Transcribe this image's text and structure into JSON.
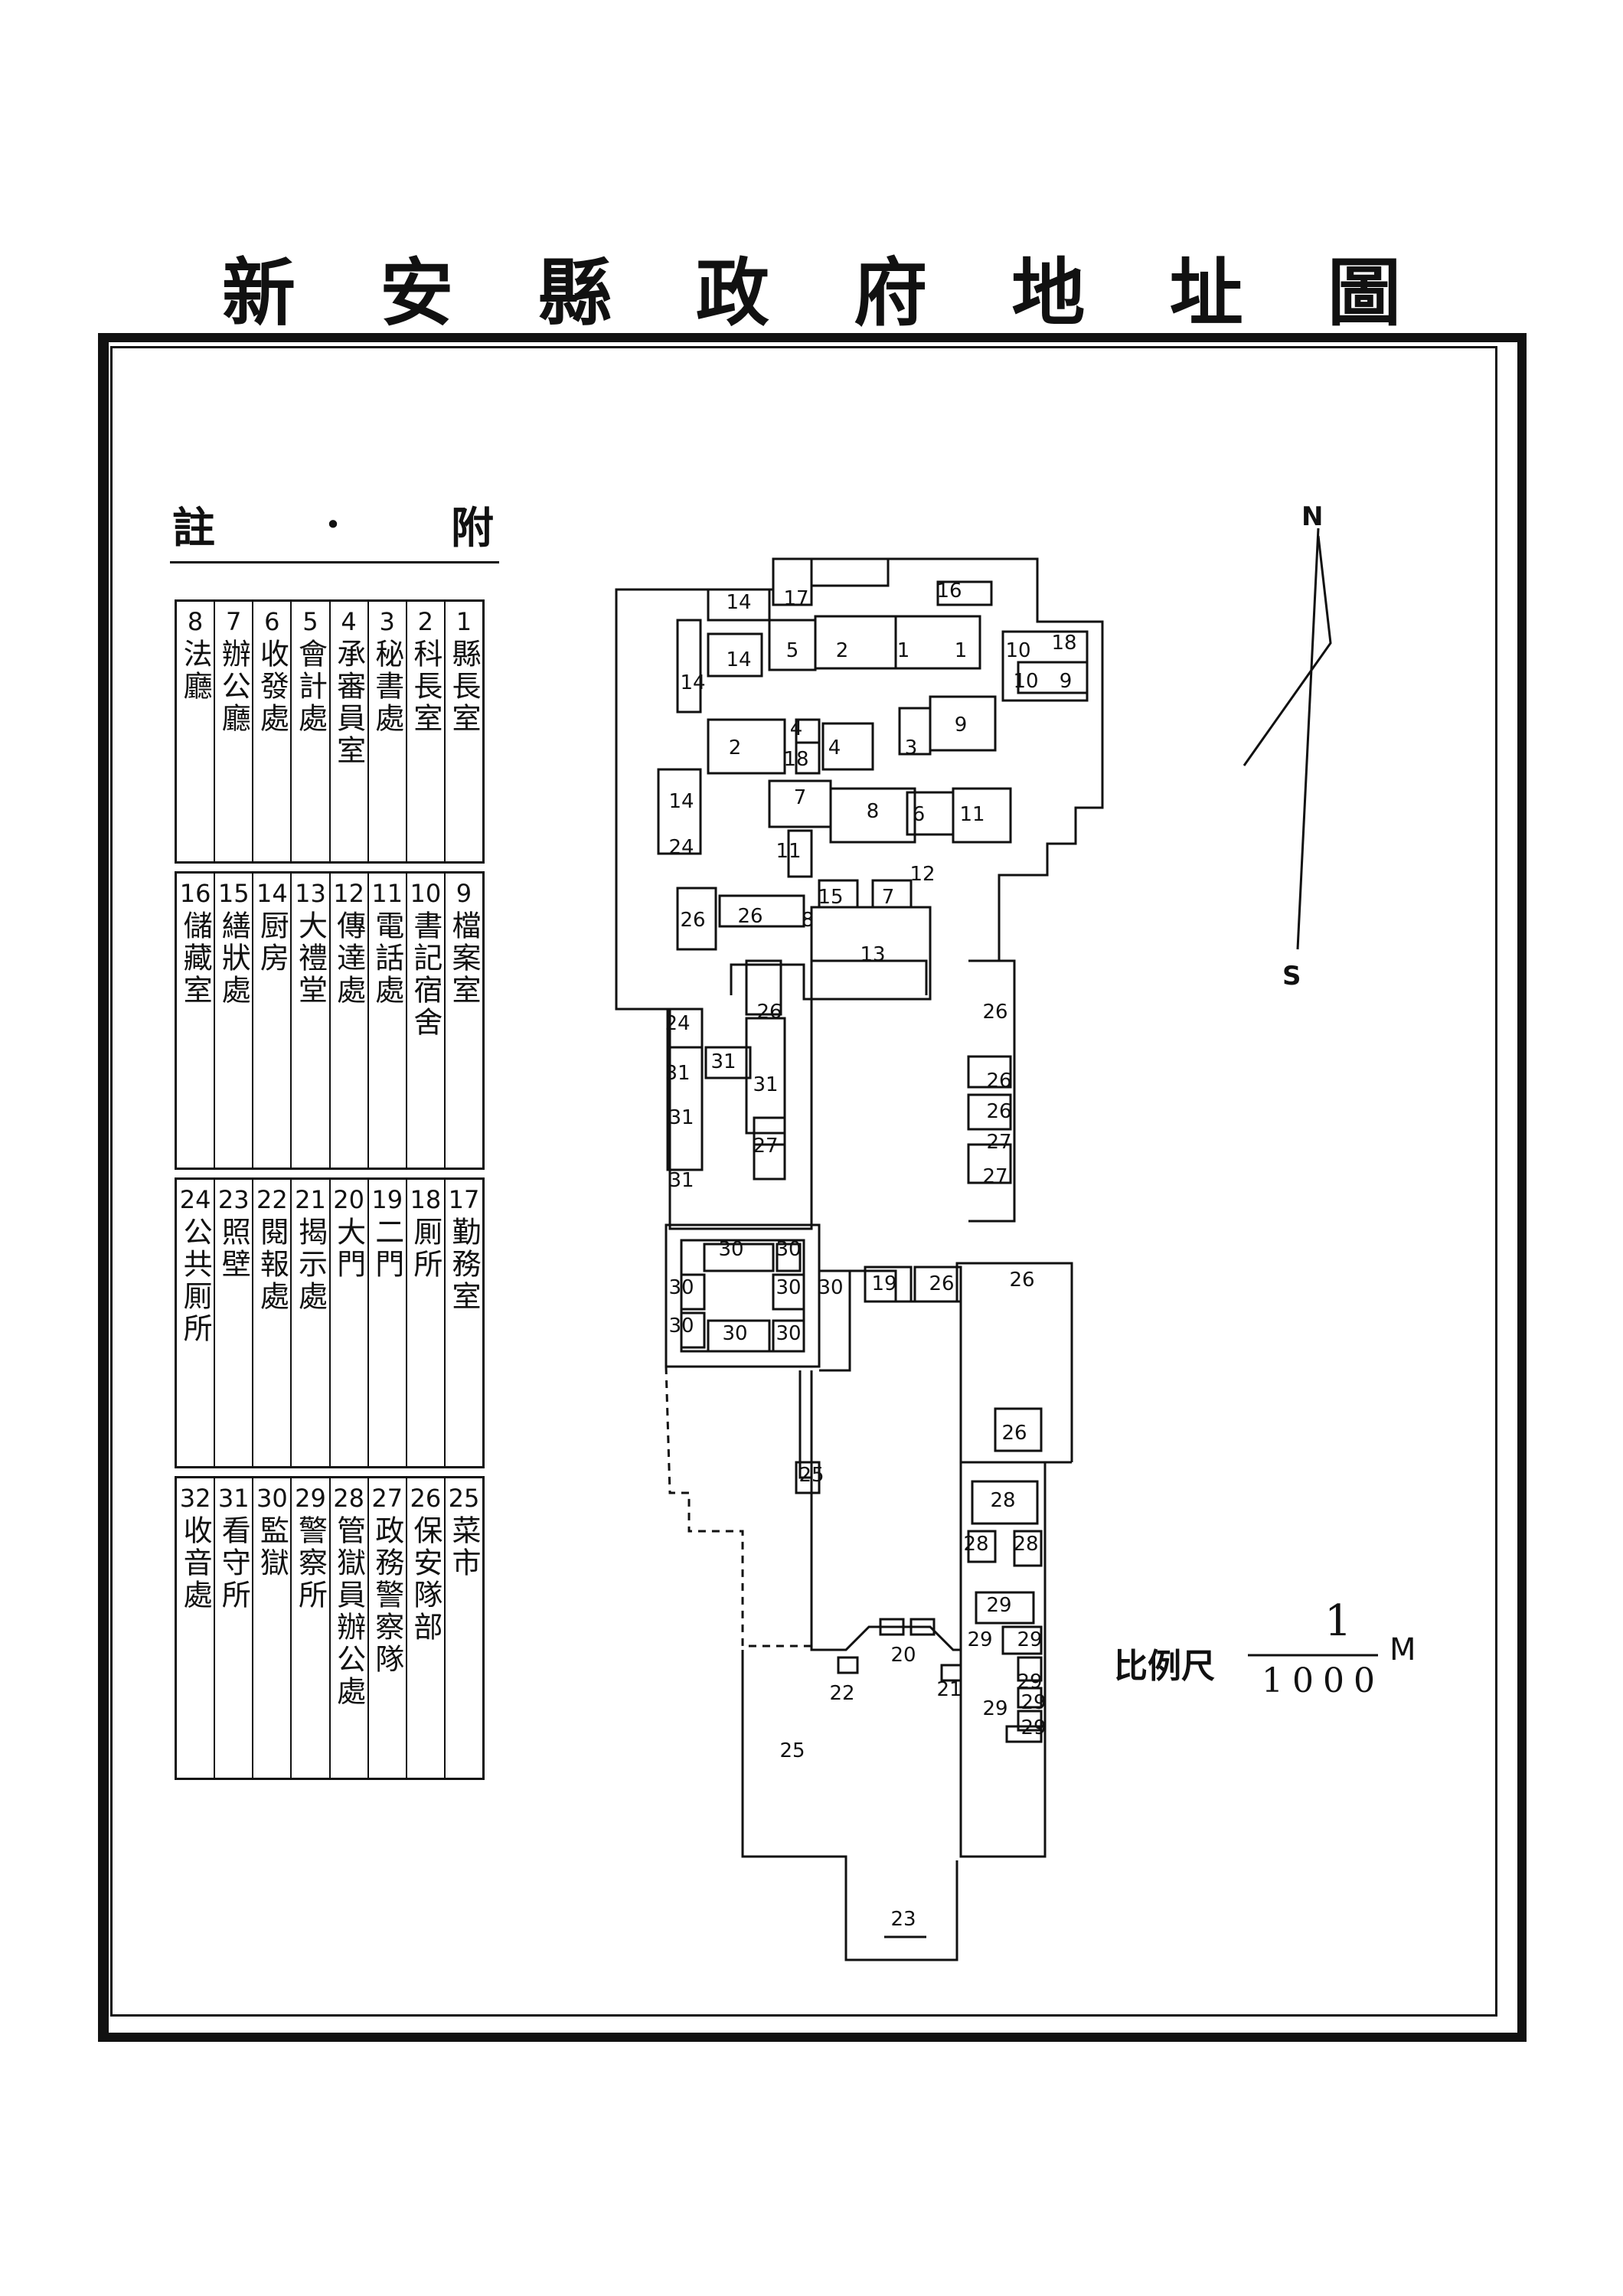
{
  "title": [
    "新",
    "安",
    "縣",
    "政",
    "府",
    "地",
    "址",
    "圖"
  ],
  "notes_heading": [
    "附",
    "·",
    "註"
  ],
  "legend_blocks": [
    [
      {
        "num": "1",
        "text": "縣長室"
      },
      {
        "num": "2",
        "text": "科長室"
      },
      {
        "num": "3",
        "text": "秘書處"
      },
      {
        "num": "4",
        "text": "承審員室"
      },
      {
        "num": "5",
        "text": "會計處"
      },
      {
        "num": "6",
        "text": "收發處"
      },
      {
        "num": "7",
        "text": "辦公廳"
      },
      {
        "num": "8",
        "text": "法廳"
      }
    ],
    [
      {
        "num": "9",
        "text": "檔案室"
      },
      {
        "num": "10",
        "text": "書記宿舍"
      },
      {
        "num": "11",
        "text": "電話處"
      },
      {
        "num": "12",
        "text": "傳達處"
      },
      {
        "num": "13",
        "text": "大禮堂"
      },
      {
        "num": "14",
        "text": "厨房"
      },
      {
        "num": "15",
        "text": "繕狀處"
      },
      {
        "num": "16",
        "text": "儲藏室"
      }
    ],
    [
      {
        "num": "17",
        "text": "勤務室"
      },
      {
        "num": "18",
        "text": "厠所"
      },
      {
        "num": "19",
        "text": "二門"
      },
      {
        "num": "20",
        "text": "大門"
      },
      {
        "num": "21",
        "text": "揭示處"
      },
      {
        "num": "22",
        "text": "閱報處"
      },
      {
        "num": "23",
        "text": "照壁"
      },
      {
        "num": "24",
        "text": "公共厠所"
      }
    ],
    [
      {
        "num": "25",
        "text": "菜市"
      },
      {
        "num": "26",
        "text": "保安隊部"
      },
      {
        "num": "27",
        "text": "政務警察隊"
      },
      {
        "num": "28",
        "text": "管獄員辦公處"
      },
      {
        "num": "29",
        "text": "警察所"
      },
      {
        "num": "30",
        "text": "監獄"
      },
      {
        "num": "31",
        "text": "看守所"
      },
      {
        "num": "32",
        "text": "收音處"
      }
    ]
  ],
  "compass": {
    "north": "N",
    "south": "S"
  },
  "scale": {
    "label": "比例尺",
    "numerator": "1",
    "denominator": "1000",
    "unit": "M"
  },
  "room_labels": [
    "14",
    "17",
    "16",
    "14",
    "5",
    "2",
    "1",
    "1",
    "10",
    "18",
    "14",
    "10",
    "9",
    "2",
    "4",
    "18",
    "4",
    "3",
    "9",
    "14",
    "7",
    "8",
    "6",
    "11",
    "24",
    "11",
    "12",
    "15",
    "7",
    "26",
    "26",
    "8",
    "13",
    "26",
    "24",
    "26",
    "31",
    "31",
    "31",
    "26",
    "31",
    "27",
    "26",
    "27",
    "27",
    "31",
    "30",
    "30",
    "30",
    "30",
    "30",
    "30",
    "30",
    "30",
    "19",
    "26",
    "26",
    "26",
    "25",
    "28",
    "28",
    "28",
    "29",
    "29",
    "29",
    "20",
    "22",
    "21",
    "29",
    "29",
    "29",
    "29",
    "25",
    "23"
  ]
}
